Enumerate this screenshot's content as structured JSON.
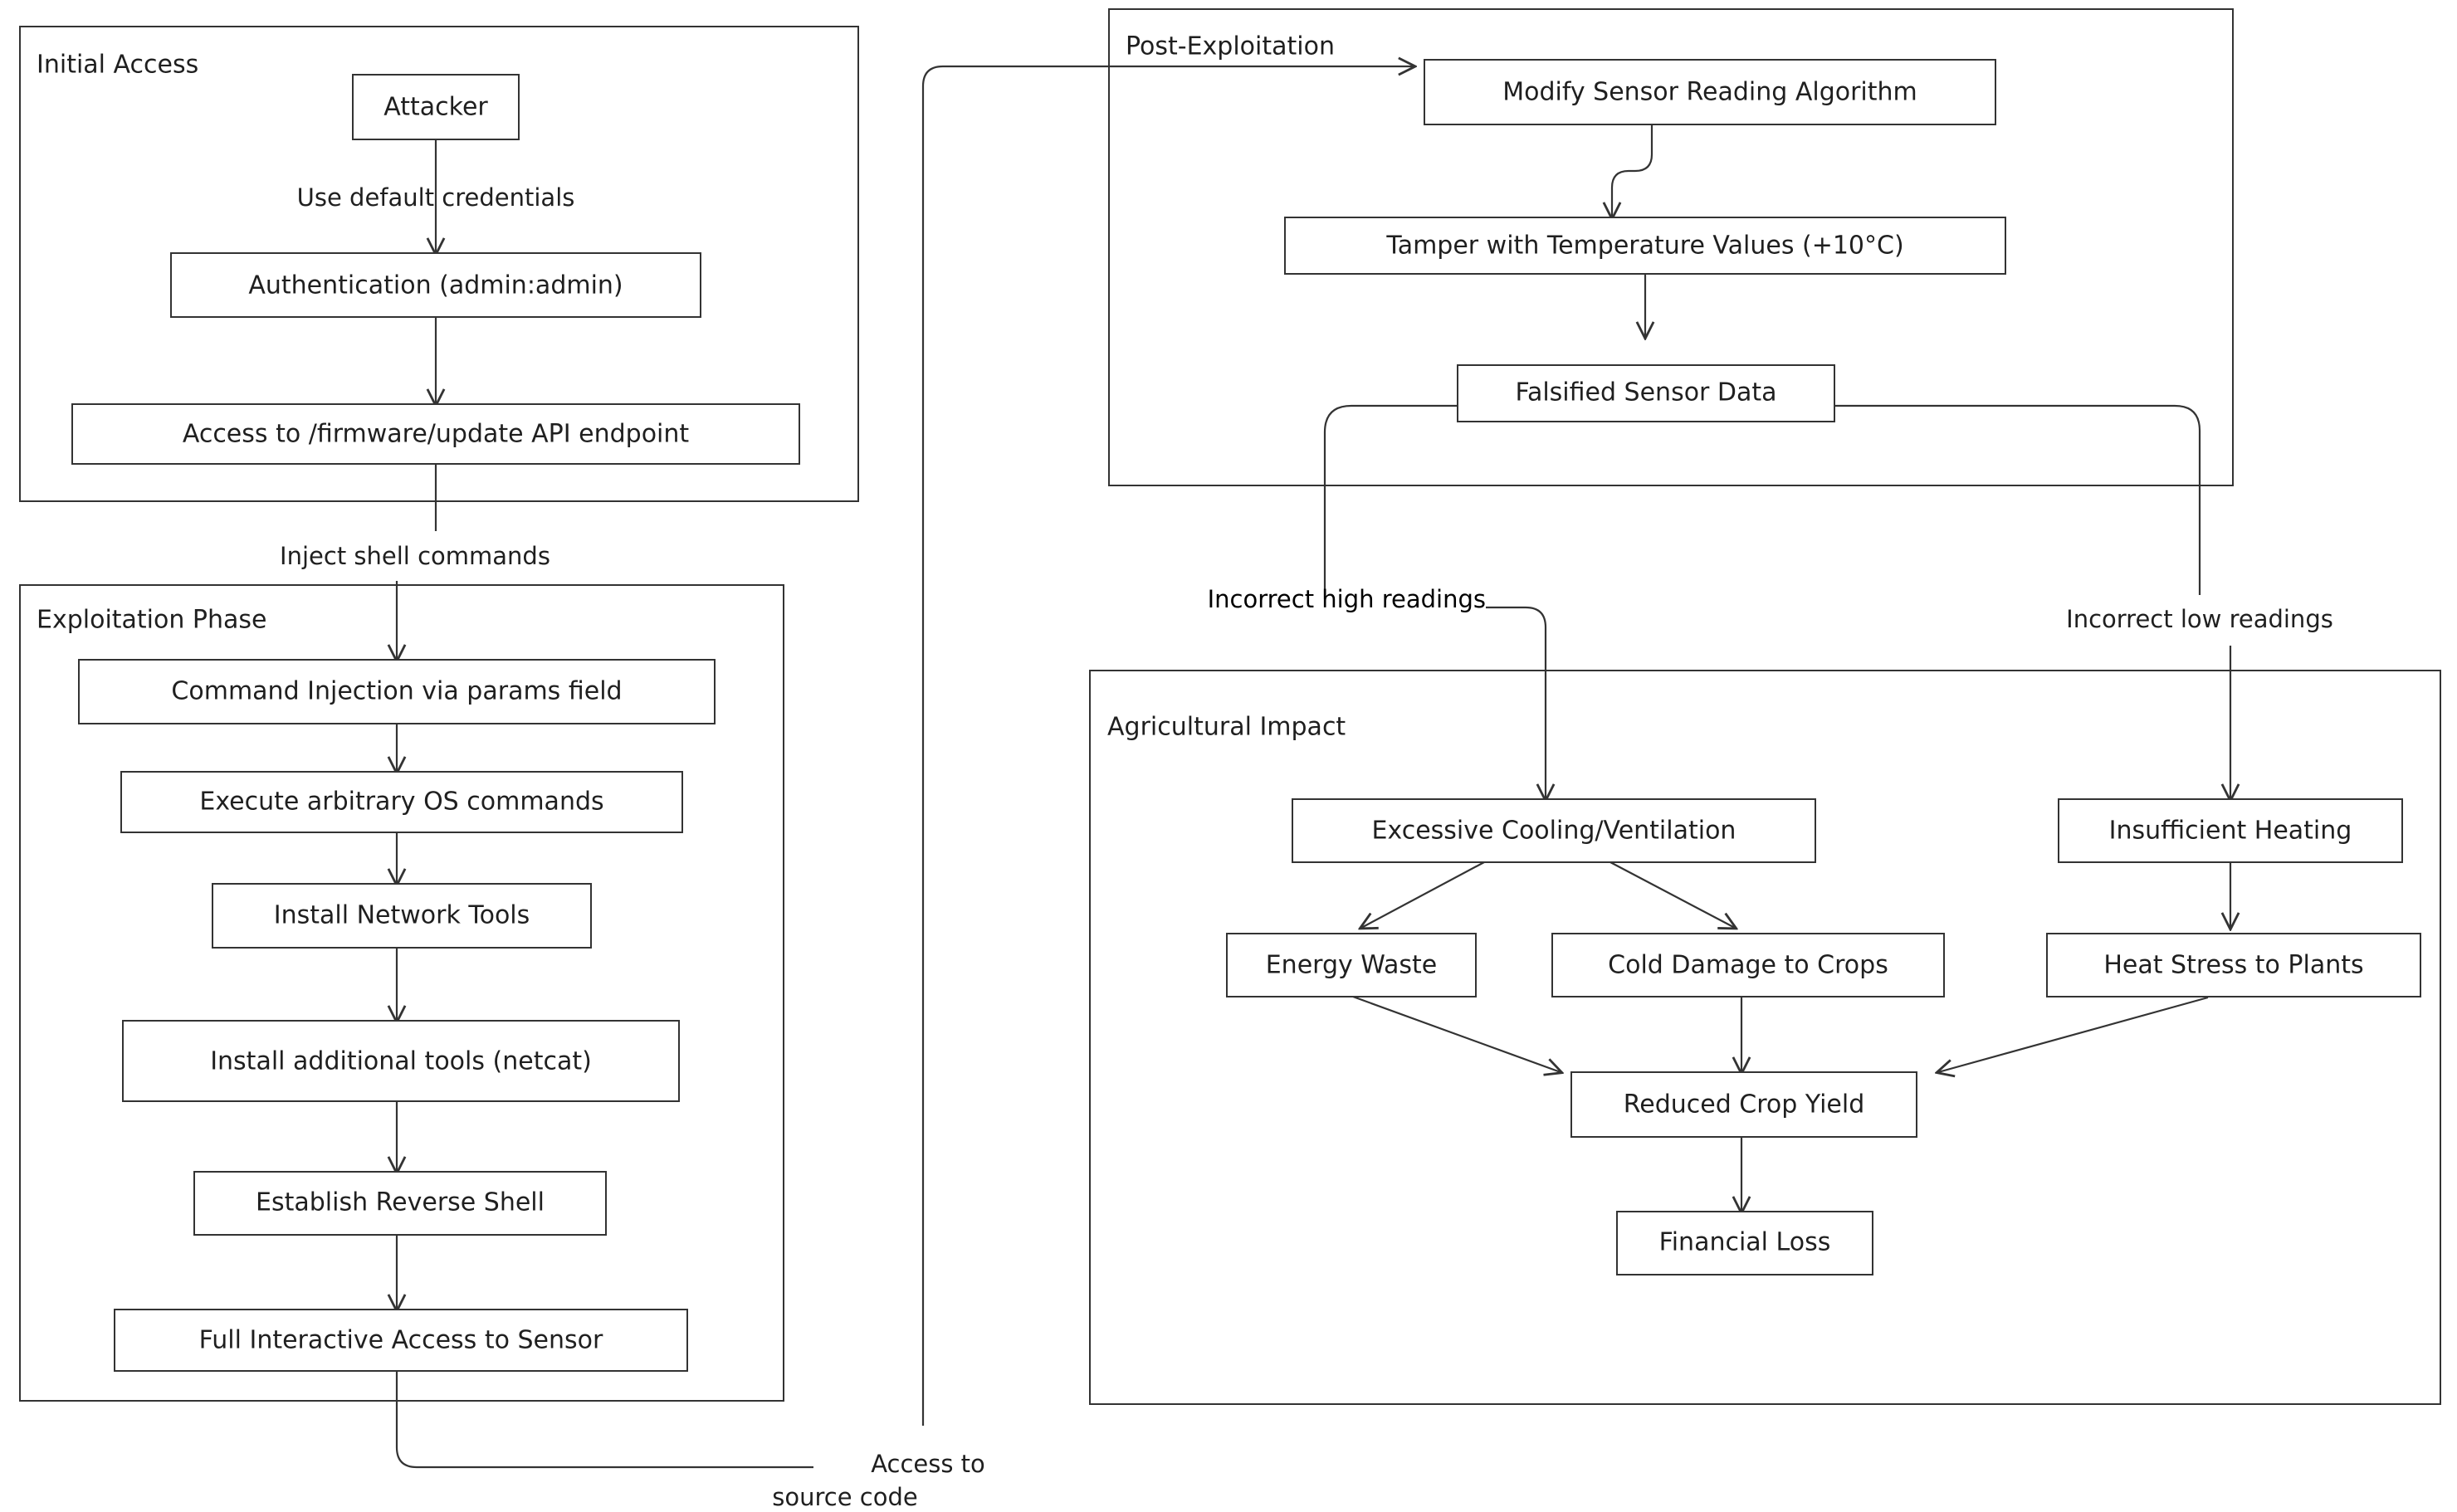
{
  "diagram": {
    "type": "flowchart",
    "title": "IoT Sensor Attack Chain and Agricultural Impact",
    "direction": "top-down",
    "theme": {
      "background": "#ffffff",
      "node_fill": "#ffffff",
      "node_stroke": "#333333",
      "cluster_stroke": "#333333",
      "edge_stroke": "#333333",
      "text_color": "#1f1f1f"
    },
    "clusters": [
      {
        "id": "initial_access",
        "label": "Initial Access"
      },
      {
        "id": "exploitation_phase",
        "label": "Exploitation Phase"
      },
      {
        "id": "post_exploitation",
        "label": "Post-Exploitation"
      },
      {
        "id": "agricultural_impact",
        "label": "Agricultural Impact"
      }
    ],
    "nodes": [
      {
        "id": "attacker",
        "label": "Attacker",
        "cluster": "initial_access"
      },
      {
        "id": "auth",
        "label": "Authentication (admin:admin)",
        "cluster": "initial_access"
      },
      {
        "id": "fw_api",
        "label": "Access to /firmware/update API endpoint",
        "cluster": "initial_access"
      },
      {
        "id": "cmd_inj",
        "label": "Command Injection via params field",
        "cluster": "exploitation_phase"
      },
      {
        "id": "exec_os",
        "label": "Execute arbitrary OS commands",
        "cluster": "exploitation_phase"
      },
      {
        "id": "net_tools",
        "label": "Install Network Tools",
        "cluster": "exploitation_phase"
      },
      {
        "id": "netcat",
        "label": "Install additional tools (netcat)",
        "cluster": "exploitation_phase"
      },
      {
        "id": "rev_shell",
        "label": "Establish Reverse Shell",
        "cluster": "exploitation_phase"
      },
      {
        "id": "full_access",
        "label": "Full Interactive Access to Sensor",
        "cluster": "exploitation_phase"
      },
      {
        "id": "modify_alg",
        "label": "Modify Sensor Reading Algorithm",
        "cluster": "post_exploitation"
      },
      {
        "id": "tamper_temp",
        "label": "Tamper with Temperature Values (+10°C)",
        "cluster": "post_exploitation"
      },
      {
        "id": "falsified",
        "label": "Falsified Sensor Data",
        "cluster": "post_exploitation"
      },
      {
        "id": "cooling",
        "label": "Excessive Cooling/Ventilation",
        "cluster": "agricultural_impact"
      },
      {
        "id": "heating",
        "label": "Insufficient Heating",
        "cluster": "agricultural_impact"
      },
      {
        "id": "energy",
        "label": "Energy Waste",
        "cluster": "agricultural_impact"
      },
      {
        "id": "cold_dmg",
        "label": "Cold Damage to Crops",
        "cluster": "agricultural_impact"
      },
      {
        "id": "heat_stress",
        "label": "Heat Stress to Plants",
        "cluster": "agricultural_impact"
      },
      {
        "id": "yield",
        "label": "Reduced Crop Yield",
        "cluster": "agricultural_impact"
      },
      {
        "id": "financial",
        "label": "Financial Loss",
        "cluster": "agricultural_impact"
      }
    ],
    "edges": [
      {
        "from": "attacker",
        "to": "auth",
        "label": "Use default credentials"
      },
      {
        "from": "auth",
        "to": "fw_api",
        "label": ""
      },
      {
        "from": "fw_api",
        "to": "cmd_inj",
        "label": "Inject shell commands"
      },
      {
        "from": "cmd_inj",
        "to": "exec_os",
        "label": ""
      },
      {
        "from": "exec_os",
        "to": "net_tools",
        "label": ""
      },
      {
        "from": "net_tools",
        "to": "netcat",
        "label": ""
      },
      {
        "from": "netcat",
        "to": "rev_shell",
        "label": ""
      },
      {
        "from": "rev_shell",
        "to": "full_access",
        "label": ""
      },
      {
        "from": "full_access",
        "to": "modify_alg",
        "label": "Access to source code"
      },
      {
        "from": "modify_alg",
        "to": "tamper_temp",
        "label": ""
      },
      {
        "from": "tamper_temp",
        "to": "falsified",
        "label": ""
      },
      {
        "from": "falsified",
        "to": "cooling",
        "label": "Incorrect high readings"
      },
      {
        "from": "falsified",
        "to": "heating",
        "label": "Incorrect low readings"
      },
      {
        "from": "cooling",
        "to": "energy",
        "label": ""
      },
      {
        "from": "cooling",
        "to": "cold_dmg",
        "label": ""
      },
      {
        "from": "heating",
        "to": "heat_stress",
        "label": ""
      },
      {
        "from": "energy",
        "to": "yield",
        "label": ""
      },
      {
        "from": "cold_dmg",
        "to": "yield",
        "label": ""
      },
      {
        "from": "heat_stress",
        "to": "yield",
        "label": ""
      },
      {
        "from": "yield",
        "to": "financial",
        "label": ""
      }
    ],
    "labels": {
      "cluster_initial_access": "Initial Access",
      "cluster_exploitation_phase": "Exploitation Phase",
      "cluster_post_exploitation": "Post-Exploitation",
      "cluster_agricultural_impact": "Agricultural Impact",
      "node_attacker": "Attacker",
      "node_auth": "Authentication (admin:admin)",
      "node_fw_api": "Access to /firmware/update API endpoint",
      "node_cmd_inj": "Command Injection via params field",
      "node_exec_os": "Execute arbitrary OS commands",
      "node_net_tools": "Install Network Tools",
      "node_netcat": "Install additional tools (netcat)",
      "node_rev_shell": "Establish Reverse Shell",
      "node_full_access": "Full Interactive Access to Sensor",
      "node_modify_alg": "Modify Sensor Reading Algorithm",
      "node_tamper_temp": "Tamper with Temperature Values (+10°C)",
      "node_falsified": "Falsified Sensor Data",
      "node_cooling": "Excessive Cooling/Ventilation",
      "node_heating": "Insufficient Heating",
      "node_energy": "Energy Waste",
      "node_cold_dmg": "Cold Damage to Crops",
      "node_heat_stress": "Heat Stress to Plants",
      "node_yield": "Reduced Crop Yield",
      "node_financial": "Financial Loss",
      "edge_use_default_credentials": "Use default credentials",
      "edge_inject_shell_commands": "Inject shell commands",
      "edge_access_to_source_code_line1": "Access to",
      "edge_access_to_source_code_line2": "source code",
      "edge_incorrect_high_readings": "Incorrect high readings",
      "edge_incorrect_low_readings": "Incorrect low readings"
    }
  }
}
